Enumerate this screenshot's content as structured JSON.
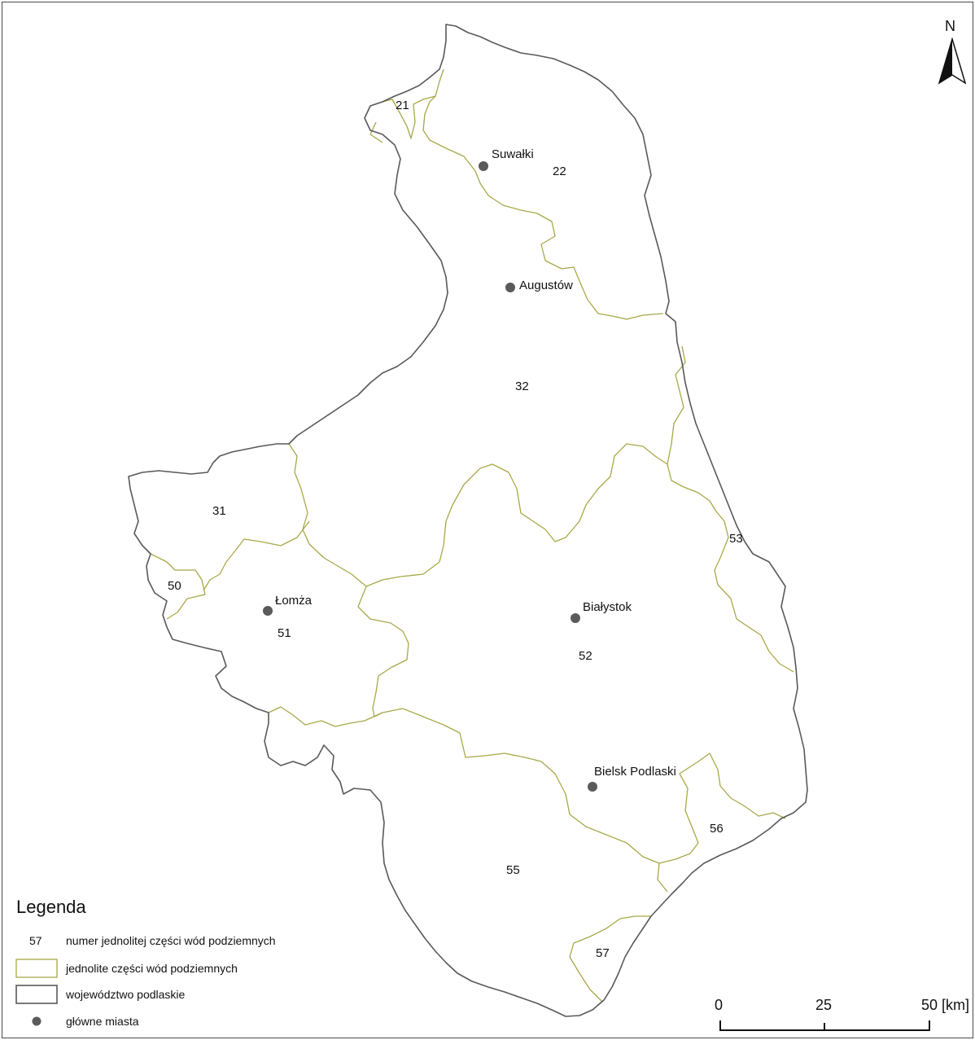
{
  "north_arrow": {
    "label": "N"
  },
  "colors": {
    "voivodeship_border": "#595959",
    "gwb_border": "#a8a84a",
    "city_dot": "#5a5a5a"
  },
  "regions": {
    "r21": "21",
    "r22": "22",
    "r31": "31",
    "r32": "32",
    "r50": "50",
    "r51": "51",
    "r52": "52",
    "r53": "53",
    "r55": "55",
    "r56": "56",
    "r57": "57"
  },
  "cities": {
    "suwalki": "Suwałki",
    "augustow": "Augustów",
    "lomza": "Łomża",
    "bialystok": "Białystok",
    "bielsk": "Bielsk Podlaski"
  },
  "legend": {
    "title": "Legenda",
    "number_symbol": "57",
    "number_label": "numer jednolitej części wód podziemnych",
    "gwb_label": "jednolite części wód podziemnych",
    "voiv_label": "województwo podlaskie",
    "city_label": "główne miasta"
  },
  "scale_bar": {
    "tick_0": "0",
    "tick_25": "25",
    "tick_50": "50 [km]"
  }
}
